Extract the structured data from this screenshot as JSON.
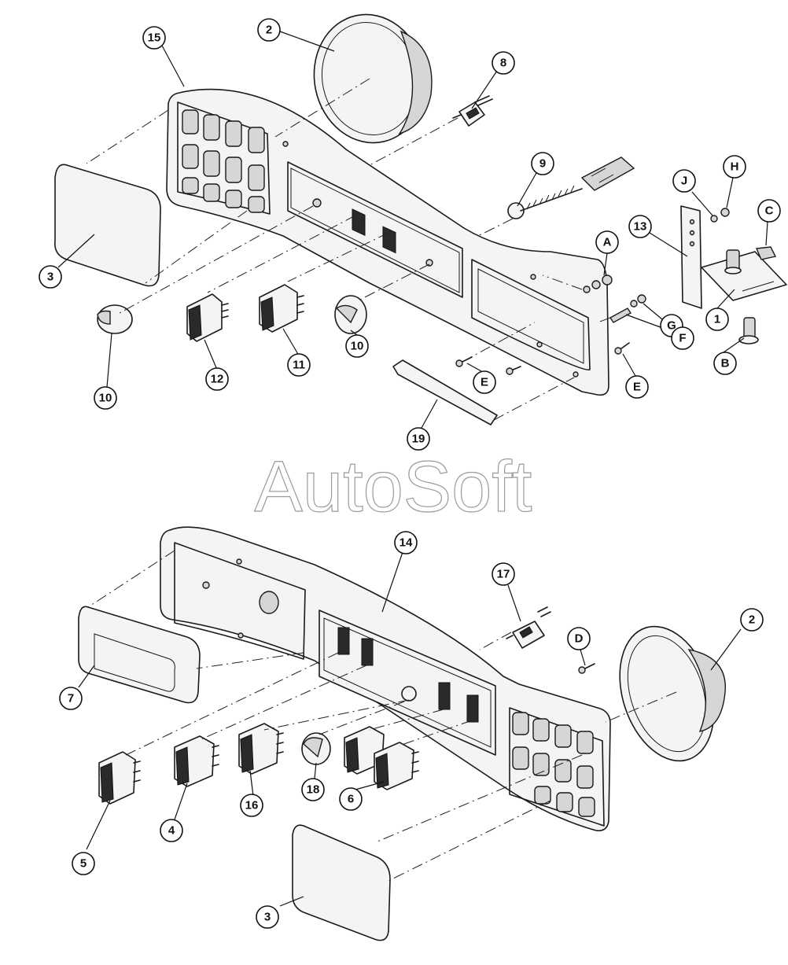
{
  "watermark": "AutoSoft",
  "callouts_top": [
    {
      "id": "c15",
      "label": "15"
    },
    {
      "id": "c2a",
      "label": "2"
    },
    {
      "id": "c8",
      "label": "8"
    },
    {
      "id": "c9",
      "label": "9"
    },
    {
      "id": "c3a",
      "label": "3"
    },
    {
      "id": "c10a",
      "label": "10"
    },
    {
      "id": "c12",
      "label": "12"
    },
    {
      "id": "c11",
      "label": "11"
    },
    {
      "id": "c10b",
      "label": "10"
    },
    {
      "id": "cA",
      "label": "A"
    },
    {
      "id": "cJ",
      "label": "J"
    },
    {
      "id": "cH",
      "label": "H"
    },
    {
      "id": "cC",
      "label": "C"
    },
    {
      "id": "c13",
      "label": "13"
    },
    {
      "id": "c1",
      "label": "1"
    },
    {
      "id": "cG",
      "label": "G"
    },
    {
      "id": "cF",
      "label": "F"
    },
    {
      "id": "cB",
      "label": "B"
    },
    {
      "id": "cE1",
      "label": "E"
    },
    {
      "id": "cE2",
      "label": "E"
    },
    {
      "id": "c19",
      "label": "19"
    }
  ],
  "callouts_bottom": [
    {
      "id": "c14",
      "label": "14"
    },
    {
      "id": "c17",
      "label": "17"
    },
    {
      "id": "cD",
      "label": "D"
    },
    {
      "id": "c2b",
      "label": "2"
    },
    {
      "id": "c7",
      "label": "7"
    },
    {
      "id": "c4",
      "label": "4"
    },
    {
      "id": "c16",
      "label": "16"
    },
    {
      "id": "c18",
      "label": "18"
    },
    {
      "id": "c6",
      "label": "6"
    },
    {
      "id": "c5",
      "label": "5"
    },
    {
      "id": "c3b",
      "label": "3"
    }
  ]
}
